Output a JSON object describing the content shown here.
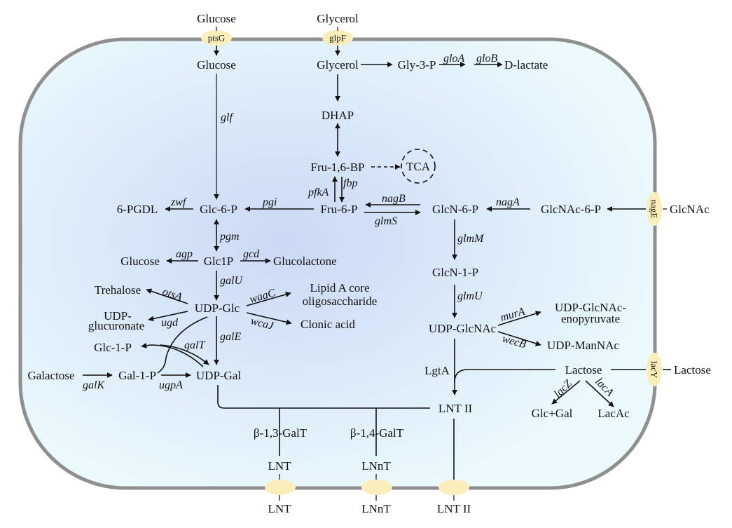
{
  "diagram": {
    "type": "metabolic-pathway",
    "colors": {
      "cytoplasm_center": "#cddaf4",
      "cytoplasm_edge": "#e9f9fd",
      "membrane": "#8f8f8f",
      "transporter": "#fbeebb",
      "text": "#111111"
    },
    "external": {
      "glucose": "Glucose",
      "glycerol": "Glycerol",
      "glcnac": "GlcNAc",
      "lactose": "Lactose",
      "lnt": "LNT",
      "lnnt": "LNnT",
      "lnt2": "LNT II"
    },
    "transporters": {
      "ptsG": "ptsG",
      "glpF": "glpF",
      "nagE": "nagE",
      "lacY": "lacY"
    },
    "metabolites": {
      "glucose_in": "Glucose",
      "glycerol_in": "Glycerol",
      "gly3p": "Gly-3-P",
      "dlactate": "D-lactate",
      "dhap": "DHAP",
      "fru16bp": "Fru-1,6-BP",
      "tca": "TCA",
      "fru6p": "Fru-6-P",
      "glc6p": "Glc-6-P",
      "pgdl": "6-PGDL",
      "glcn6p": "GlcN-6-P",
      "glcnac6p": "GlcNAc-6-P",
      "glc1p_main": "Glc1P",
      "glucose_agp": "Glucose",
      "glucolactone": "Glucolactone",
      "udpglc": "UDP-Glc",
      "trehalose": "Trehalose",
      "udpglucuronate_1": "UDP-",
      "udpglucuronate_2": "glucuronate",
      "lipida_1": "Lipid A core",
      "lipida_2": "oligosaccharide",
      "clonic": "Clonic acid",
      "glc1p_side": "Glc-1-P",
      "galactose": "Galactose",
      "gal1p": "Gal-1-P",
      "udpgal": "UDP-Gal",
      "glcn1p": "GlcN-1-P",
      "udpglcnac": "UDP-GlcNAc",
      "enopyr_1": "UDP-GlcNAc-",
      "enopyr_2": "enopyruvate",
      "udpmannac": "UDP-ManNAc",
      "lactose_in": "Lactose",
      "glcgal": "Glc+Gal",
      "lacac": "LacAc",
      "lnt2_in": "LNT II",
      "lnt_in": "LNT",
      "lnnt_in": "LNnT"
    },
    "enzymes": {
      "glf": "glf",
      "gloA": "gloA",
      "gloB": "gloB",
      "pfkA": "pfkA",
      "fbp": "fbp",
      "pgi": "pgi",
      "zwf": "zwf",
      "nagB": "nagB",
      "glmS": "glmS",
      "nagA": "nagA",
      "pgm": "pgm",
      "agp": "agp",
      "gcd": "gcd",
      "galU": "galU",
      "otsA": "otsA",
      "ugd": "ugd",
      "waaC": "waaC",
      "wcaJ": "wcaJ",
      "galT": "galT",
      "galE": "galE",
      "galK": "galK",
      "ugpA": "ugpA",
      "glmM": "glmM",
      "glmU": "glmU",
      "murA": "murA",
      "wecB": "wecB",
      "lgtA": "LgtA",
      "lacZ": "lacZ",
      "lacA": "lacA",
      "b13galt": "β-1,3-GalT",
      "b14galt": "β-1,4-GalT"
    }
  }
}
